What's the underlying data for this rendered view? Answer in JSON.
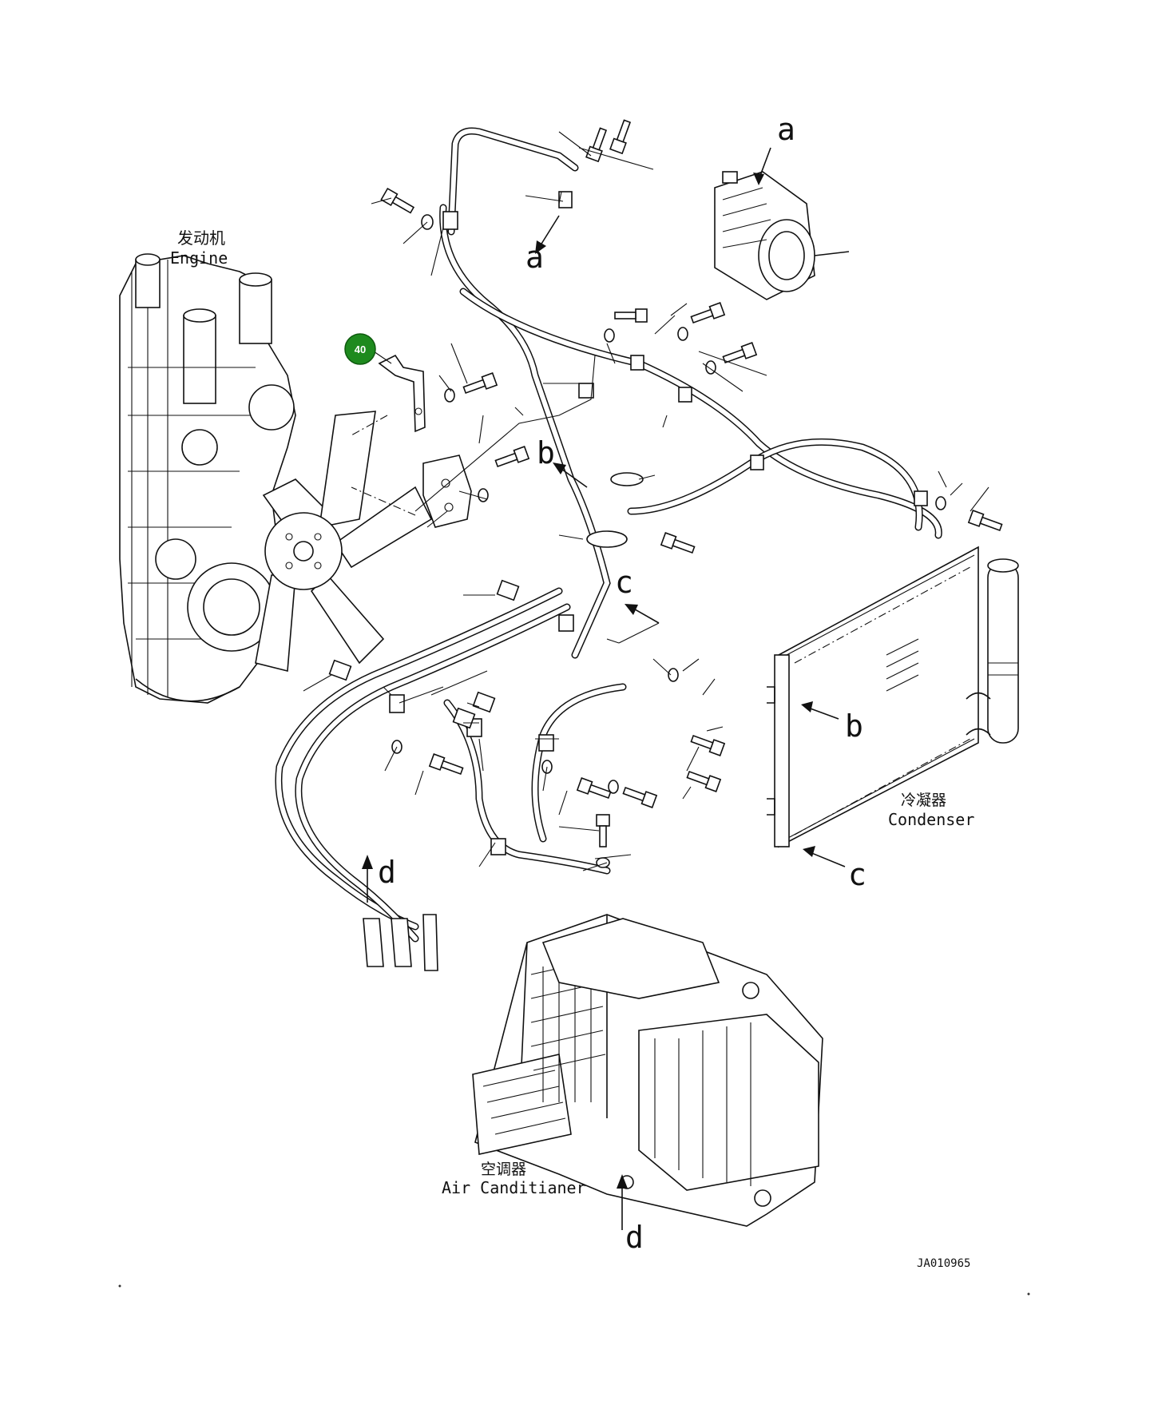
{
  "labels": {
    "engine_cn": "发动机",
    "engine_en": "Engine",
    "condenser_cn": "冷凝器",
    "condenser_en": "Condenser",
    "aircon_cn": "空调器",
    "aircon_en": "Air Canditianer",
    "drawing_number": "JA010965"
  },
  "callout": {
    "number": "40",
    "color": "#1e8a1e"
  },
  "connection_letters": {
    "a_top": "a",
    "a_left": "a",
    "b_mid": "b",
    "b_right": "b",
    "c_mid": "c",
    "c_right": "c",
    "d_left": "d",
    "d_bottom": "d"
  }
}
